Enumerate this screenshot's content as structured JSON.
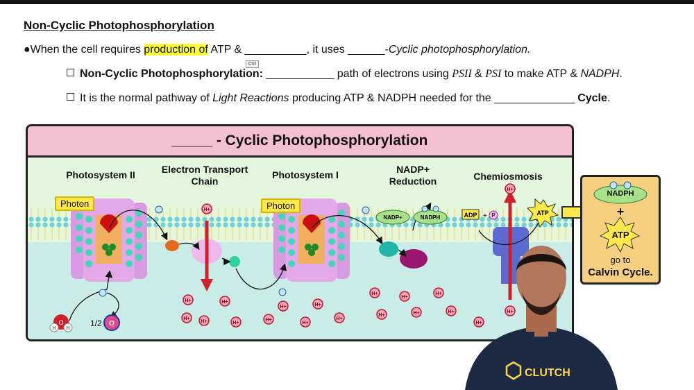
{
  "heading": {
    "title": "Non-Cyclic Photophosphorylation"
  },
  "bullet1": {
    "pre": "●When the cell requires ",
    "highlight": "production of",
    "mid": " ATP & __________, it uses ______-",
    "tail": "Cyclic photophosphorylation."
  },
  "bullet2": {
    "bold": "Non-Cyclic Photophosphorylation:",
    "text": " ___________ path of electrons using ",
    "psii": "PSII",
    "amp": " & ",
    "psi": "PSI",
    "mid": " to make ATP & ",
    "nadph": "NADPH",
    "end": "."
  },
  "bullet3": {
    "pre": "It is the normal pathway of ",
    "italic": "Light Reactions",
    "mid": " producing ATP & NADPH needed for the _____________ ",
    "bold": "Cycle",
    "end": "."
  },
  "tooltip": {
    "label": "Ctrl"
  },
  "diagram": {
    "title": "_____ - Cyclic Photophosphorylation",
    "photosystem2": "Photosystem II",
    "etc_line1": "Electron Transport",
    "etc_line2": "Chain",
    "photosystem1": "Photosystem I",
    "nadp_line1": "NADP+",
    "nadp_line2": "Reduction",
    "chemiosmosis": "Chemiosmosis",
    "photon": "Photon",
    "nadp_plus": "NADP+",
    "nadph": "NADPH",
    "adp": "ADP",
    "p": "P",
    "atp": "ATP",
    "h_plus": "H+",
    "half_o2": "1/2",
    "o2": "O",
    "h": "H"
  },
  "side_panel": {
    "nadph": "NADPH",
    "plus": "+",
    "atp": "ATP",
    "goto": "go to",
    "calvin": "Calvin Cycle."
  },
  "presenter": {
    "shirt_logo": "CLUTCH"
  },
  "colors": {
    "highlight": "#ffff3a",
    "header_pink": "#f4bfd0",
    "panel_green": "#e4f6dc",
    "side_orange": "#f6cf80"
  }
}
